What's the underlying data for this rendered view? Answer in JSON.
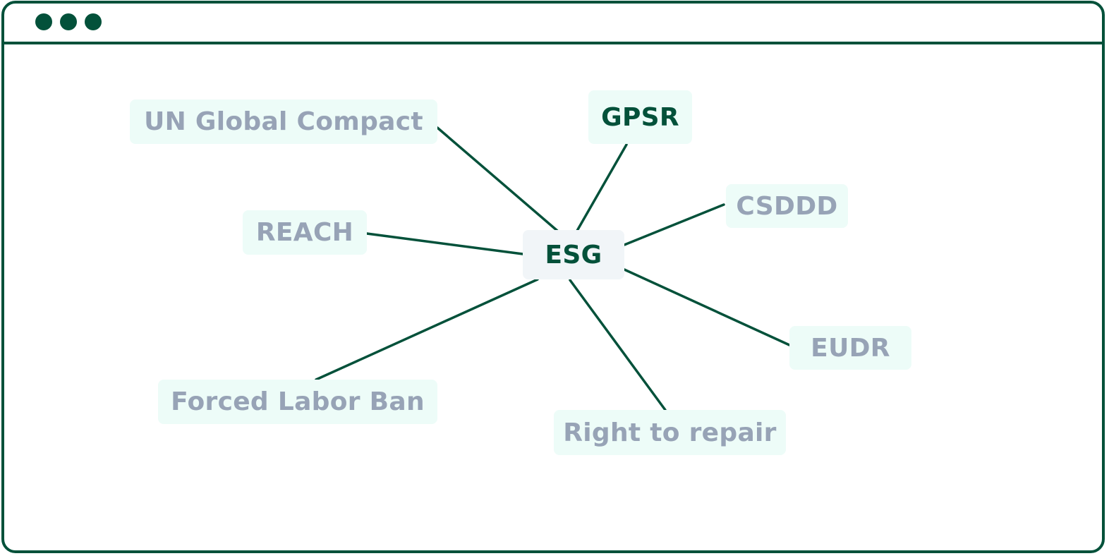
{
  "window": {
    "titlebar_dots": [
      "window-dot-1",
      "window-dot-2",
      "window-dot-3"
    ],
    "frame_color": "#03513A"
  },
  "diagram": {
    "center": {
      "id": "esg",
      "label": "ESG"
    },
    "nodes": [
      {
        "id": "un-global-compact",
        "label": "UN Global Compact",
        "highlighted": false
      },
      {
        "id": "gpsr",
        "label": "GPSR",
        "highlighted": true
      },
      {
        "id": "csddd",
        "label": "CSDDD",
        "highlighted": false
      },
      {
        "id": "reach",
        "label": "REACH",
        "highlighted": false
      },
      {
        "id": "eudr",
        "label": "EUDR",
        "highlighted": false
      },
      {
        "id": "forced-labor-ban",
        "label": "Forced Labor Ban",
        "highlighted": false
      },
      {
        "id": "right-to-repair",
        "label": "Right to repair",
        "highlighted": false
      }
    ],
    "edges": [
      {
        "from": "esg",
        "to": "un-global-compact"
      },
      {
        "from": "esg",
        "to": "gpsr"
      },
      {
        "from": "esg",
        "to": "csddd"
      },
      {
        "from": "esg",
        "to": "reach"
      },
      {
        "from": "esg",
        "to": "eudr"
      },
      {
        "from": "esg",
        "to": "forced-labor-ban"
      },
      {
        "from": "esg",
        "to": "right-to-repair"
      }
    ],
    "colors": {
      "accent": "#03513A",
      "muted_text": "#97A3B6",
      "node_bg": "#EDFCF8",
      "center_bg": "#F1F5F8"
    }
  }
}
